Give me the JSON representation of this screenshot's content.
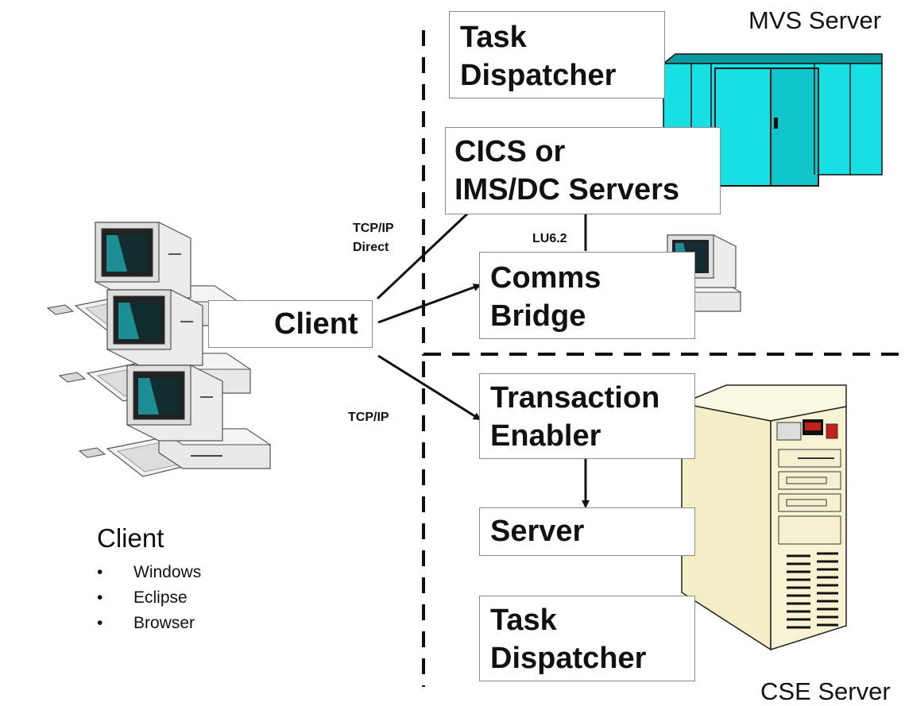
{
  "servers": {
    "mvs": {
      "title": "MVS Server"
    },
    "cse": {
      "title": "CSE Server"
    }
  },
  "boxes": {
    "mvs_task_dispatcher": "Task\nDispatcher",
    "cics_ims": "CICS or\nIMS/DC Servers",
    "comms_bridge": "Comms\nBridge",
    "client": "Client",
    "transaction_enabler": "Transaction\nEnabler",
    "server": "Server",
    "cse_task_dispatcher": "Task\nDispatcher"
  },
  "connections": {
    "tcpip_direct": "TCP/IP\nDirect",
    "lu62": "LU6.2",
    "tcpip": "TCP/IP"
  },
  "client_section": {
    "caption": "Client",
    "platforms": [
      "Windows",
      "Eclipse",
      "Browser"
    ]
  },
  "colors": {
    "mainframe": "#16e0e4",
    "mainframe_dark": "#0a9aa0",
    "cse_tower": "#f7f3d2",
    "monitor_case": "#ececec",
    "screen_teal": "#1c8d94"
  }
}
